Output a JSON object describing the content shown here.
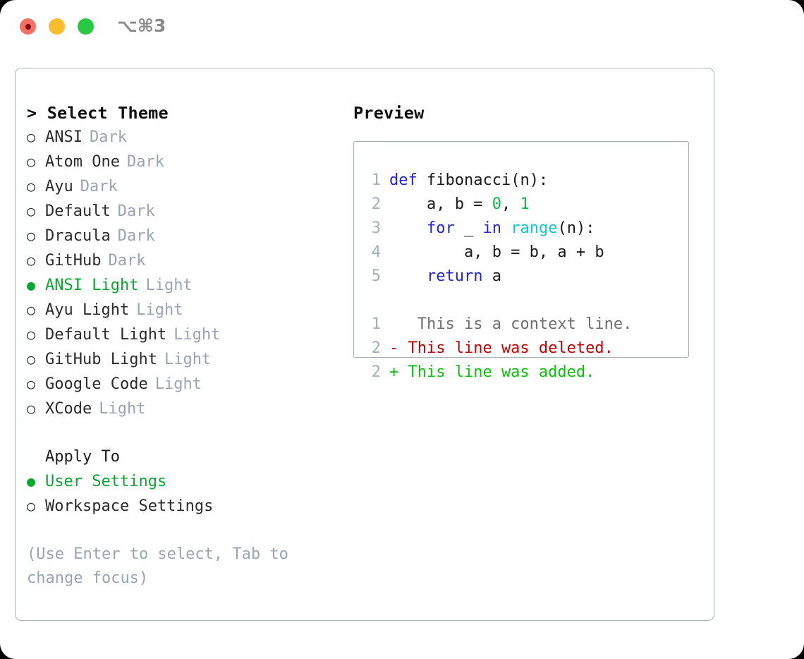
{
  "window": {
    "title": "⌥⌘3",
    "traffic_lights": [
      {
        "name": "close",
        "color": "#fb6f63"
      },
      {
        "name": "minimize",
        "color": "#fbbd2e"
      },
      {
        "name": "maximize",
        "color": "#26c940"
      }
    ]
  },
  "theme_picker": {
    "header": "> Select Theme",
    "bullet_unselected": "○",
    "bullet_selected": "●",
    "accent_color": "#06a82f",
    "muted_color": "#9aa5b1",
    "items": [
      {
        "label": "ANSI",
        "kind": "Dark",
        "selected": false
      },
      {
        "label": "Atom One",
        "kind": "Dark",
        "selected": false
      },
      {
        "label": "Ayu",
        "kind": "Dark",
        "selected": false
      },
      {
        "label": "Default",
        "kind": "Dark",
        "selected": false
      },
      {
        "label": "Dracula",
        "kind": "Dark",
        "selected": false
      },
      {
        "label": "GitHub",
        "kind": "Dark",
        "selected": false
      },
      {
        "label": "ANSI Light",
        "kind": "Light",
        "selected": true
      },
      {
        "label": "Ayu Light",
        "kind": "Light",
        "selected": false
      },
      {
        "label": "Default Light",
        "kind": "Light",
        "selected": false
      },
      {
        "label": "GitHub Light",
        "kind": "Light",
        "selected": false
      },
      {
        "label": "Google Code",
        "kind": "Light",
        "selected": false
      },
      {
        "label": "XCode",
        "kind": "Light",
        "selected": false
      }
    ]
  },
  "apply_to": {
    "header": "Apply To",
    "items": [
      {
        "label": "User Settings",
        "selected": true
      },
      {
        "label": "Workspace Settings",
        "selected": false
      }
    ]
  },
  "hint": "(Use Enter to select, Tab to change focus)",
  "preview": {
    "header": "Preview",
    "code_lines": [
      {
        "n": "1",
        "tokens": [
          {
            "t": "def",
            "c": "kw"
          },
          {
            "t": " fibonacci(n):",
            "c": "plain"
          }
        ]
      },
      {
        "n": "2",
        "tokens": [
          {
            "t": "    a, b = ",
            "c": "plain"
          },
          {
            "t": "0",
            "c": "num"
          },
          {
            "t": ", ",
            "c": "plain"
          },
          {
            "t": "1",
            "c": "num"
          }
        ]
      },
      {
        "n": "3",
        "tokens": [
          {
            "t": "    ",
            "c": "plain"
          },
          {
            "t": "for",
            "c": "kw"
          },
          {
            "t": " _ ",
            "c": "plain"
          },
          {
            "t": "in",
            "c": "kw"
          },
          {
            "t": " ",
            "c": "plain"
          },
          {
            "t": "range",
            "c": "fn"
          },
          {
            "t": "(n):",
            "c": "plain"
          }
        ]
      },
      {
        "n": "4",
        "tokens": [
          {
            "t": "        a, b = b, a + b",
            "c": "plain"
          }
        ]
      },
      {
        "n": "5",
        "tokens": [
          {
            "t": "    ",
            "c": "plain"
          },
          {
            "t": "return",
            "c": "kw"
          },
          {
            "t": " a",
            "c": "plain"
          }
        ]
      }
    ],
    "diff_lines": [
      {
        "n": "1",
        "marker": " ",
        "text": "  This is a context line.",
        "kind": "ctx"
      },
      {
        "n": "2",
        "marker": "-",
        "text": " This line was deleted.",
        "kind": "del"
      },
      {
        "n": "2",
        "marker": "+",
        "text": " This line was added.",
        "kind": "add"
      }
    ],
    "colors": {
      "keyword": "#2222dd",
      "function": "#13c9c9",
      "number": "#09b83e",
      "plain": "#1b1b1b",
      "line_number": "#a3aebb",
      "diff_context": "#6e6e6e",
      "diff_deleted": "#c40000",
      "diff_added": "#0ac20a"
    }
  }
}
